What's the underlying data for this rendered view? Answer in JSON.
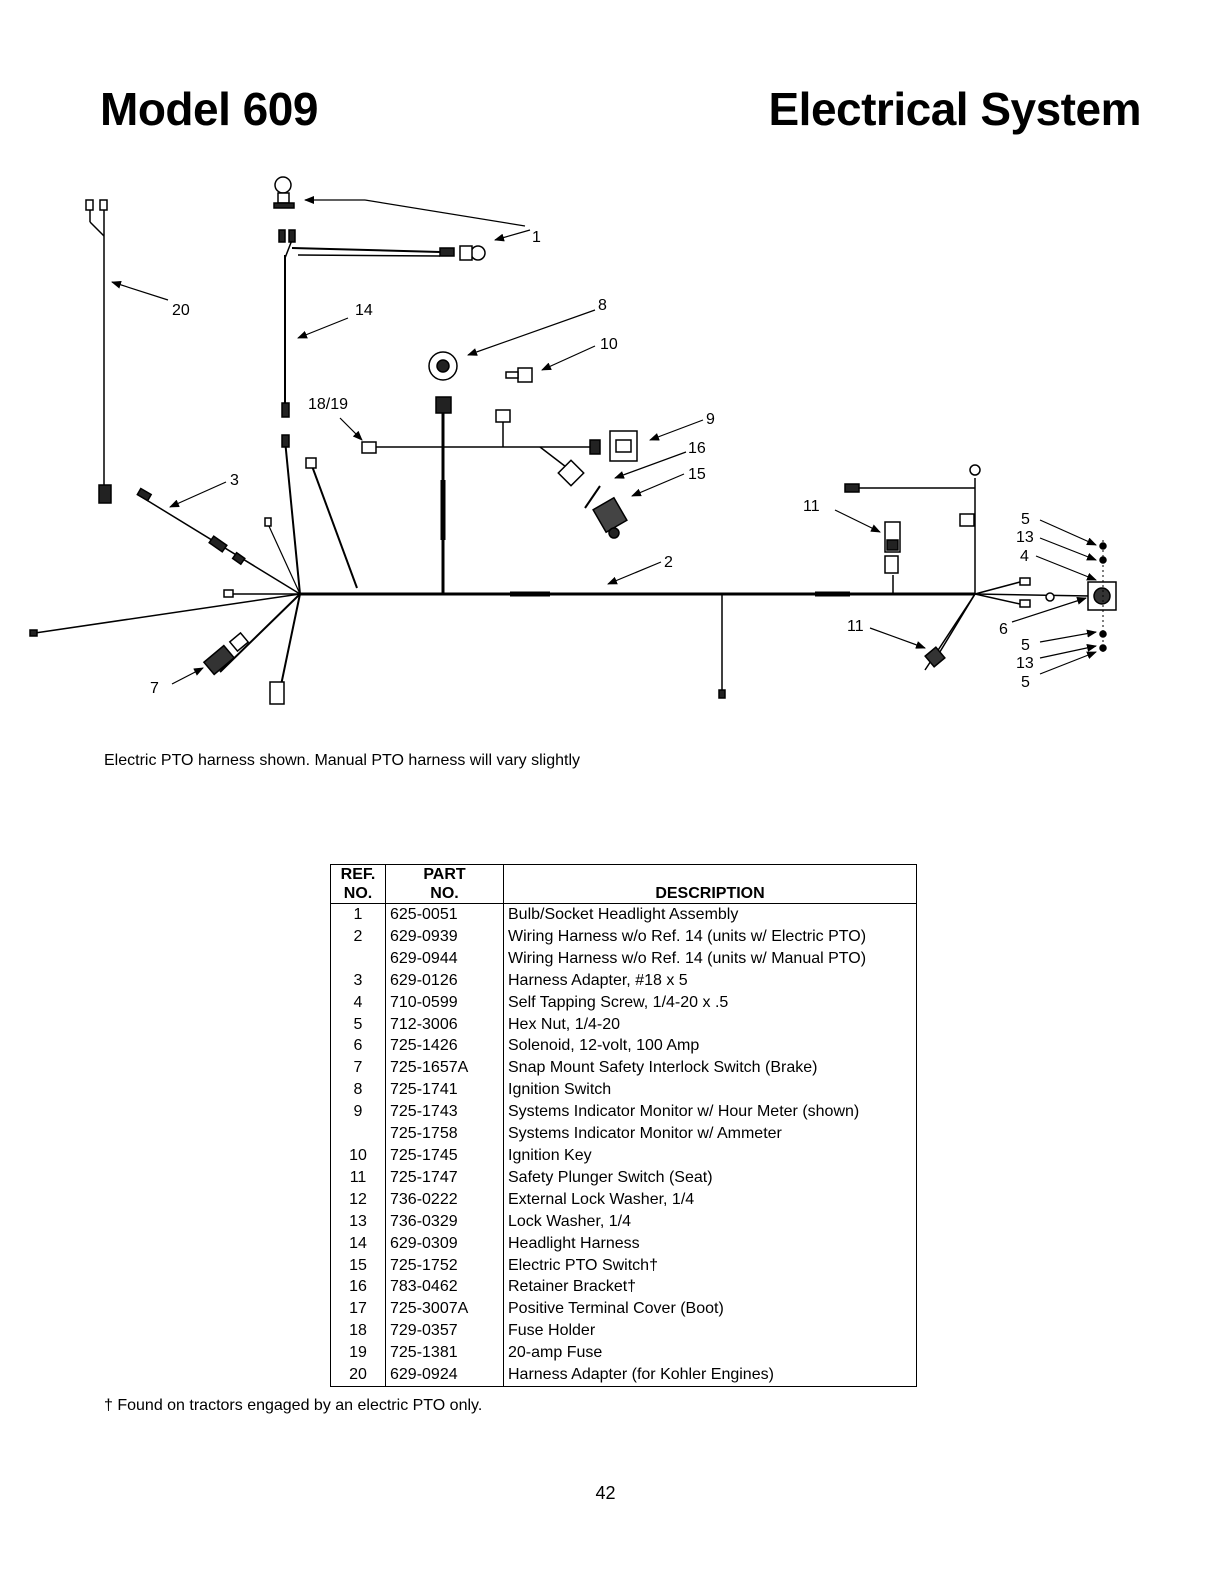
{
  "header": {
    "model": "Model 609",
    "section": "Electrical System"
  },
  "diagram": {
    "callouts": [
      "1",
      "20",
      "14",
      "8",
      "10",
      "18/19",
      "9",
      "16",
      "15",
      "3",
      "11",
      "5",
      "13",
      "4",
      "2",
      "11",
      "6",
      "5",
      "13",
      "5",
      "7"
    ]
  },
  "caption": "Electric PTO harness shown. Manual PTO harness will vary slightly",
  "table": {
    "headers": {
      "ref_line1": "REF.",
      "ref_line2": "NO.",
      "part_line1": "PART",
      "part_line2": "NO.",
      "description": "DESCRIPTION"
    },
    "rows": [
      {
        "ref": "1",
        "part": "625-0051",
        "desc": "Bulb/Socket Headlight Assembly"
      },
      {
        "ref": "2",
        "part": "629-0939",
        "desc": "Wiring Harness w/o Ref. 14 (units w/ Electric PTO)"
      },
      {
        "ref": "",
        "part": "629-0944",
        "desc": "Wiring Harness w/o Ref. 14 (units w/ Manual PTO)"
      },
      {
        "ref": "3",
        "part": "629-0126",
        "desc": "Harness Adapter, #18 x 5"
      },
      {
        "ref": "4",
        "part": "710-0599",
        "desc": "Self Tapping Screw, 1/4-20 x .5"
      },
      {
        "ref": "5",
        "part": "712-3006",
        "desc": "Hex Nut, 1/4-20"
      },
      {
        "ref": "6",
        "part": "725-1426",
        "desc": "Solenoid, 12-volt, 100 Amp"
      },
      {
        "ref": "7",
        "part": "725-1657A",
        "desc": "Snap Mount Safety Interlock Switch (Brake)"
      },
      {
        "ref": "8",
        "part": "725-1741",
        "desc": "Ignition Switch"
      },
      {
        "ref": "9",
        "part": "725-1743",
        "desc": "Systems Indicator Monitor w/ Hour Meter (shown)"
      },
      {
        "ref": "",
        "part": "725-1758",
        "desc": "Systems Indicator Monitor w/ Ammeter"
      },
      {
        "ref": "10",
        "part": "725-1745",
        "desc": "Ignition Key"
      },
      {
        "ref": "11",
        "part": "725-1747",
        "desc": "Safety Plunger Switch (Seat)"
      },
      {
        "ref": "12",
        "part": "736-0222",
        "desc": "External Lock Washer, 1/4"
      },
      {
        "ref": "13",
        "part": "736-0329",
        "desc": "Lock Washer, 1/4"
      },
      {
        "ref": "14",
        "part": "629-0309",
        "desc": "Headlight Harness"
      },
      {
        "ref": "15",
        "part": "725-1752",
        "desc": "Electric PTO Switch†"
      },
      {
        "ref": "16",
        "part": "783-0462",
        "desc": "Retainer Bracket†"
      },
      {
        "ref": "17",
        "part": "725-3007A",
        "desc": "Positive Terminal Cover (Boot)"
      },
      {
        "ref": "18",
        "part": "729-0357",
        "desc": "Fuse Holder"
      },
      {
        "ref": "19",
        "part": "725-1381",
        "desc": "20-amp Fuse"
      },
      {
        "ref": "20",
        "part": "629-0924",
        "desc": "Harness Adapter (for Kohler Engines)"
      }
    ]
  },
  "footnote": "† Found on tractors engaged by an electric PTO only.",
  "page_number": "42"
}
